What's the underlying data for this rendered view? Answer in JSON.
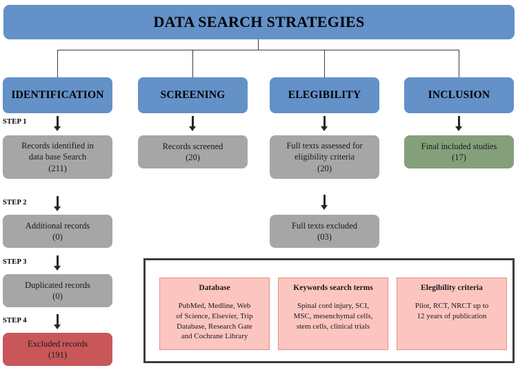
{
  "title": "DATA SEARCH STRATEGIES",
  "stages": [
    {
      "label": "IDENTIFICATION"
    },
    {
      "label": "SCREENING"
    },
    {
      "label": "ELEGIBILITY"
    },
    {
      "label": "INCLUSION"
    }
  ],
  "steps": [
    {
      "label": "STEP 1"
    },
    {
      "label": "STEP 2"
    },
    {
      "label": "STEP 3"
    },
    {
      "label": "STEP 4"
    }
  ],
  "boxes": {
    "records_identified": {
      "line1": "Records  identified  in",
      "line2": "data base Search",
      "count": "(211)",
      "color": "#a6a6a6"
    },
    "additional_records": {
      "line1": "Additional  records",
      "count": "(0)",
      "color": "#a6a6a6"
    },
    "duplicated_records": {
      "line1": "Duplicated  records",
      "count": "(0)",
      "color": "#a6a6a6"
    },
    "excluded_records": {
      "line1": "Excluded  records",
      "count": "(191)",
      "color": "#c9575a"
    },
    "records_screened": {
      "line1": "Records  screened",
      "count": "(20)",
      "color": "#a6a6a6"
    },
    "full_texts_assessed": {
      "line1": "Full texts assessed  for",
      "line2": "eligibility  criteria",
      "count": "(20)",
      "color": "#a6a6a6"
    },
    "full_texts_excluded": {
      "line1": "Full texts excluded",
      "count": "(03)",
      "color": "#a6a6a6"
    },
    "final_included": {
      "line1": "Final included  studies",
      "count": "(17)",
      "color": "#84a07b"
    }
  },
  "legend": {
    "cards": [
      {
        "title": "Database",
        "line1": "PubMed, Medline, Web",
        "line2": "of Science, Elsevier, Trip",
        "line3": "Database, Research Gate",
        "line4": "and Cochrane Library"
      },
      {
        "title": "Keywords search terms",
        "line1": "Spinal cord injury, SCI,",
        "line2": "MSC, mesenchymal cells,",
        "line3": "stem cells, clinical trials",
        "line4": ""
      },
      {
        "title": "Elegibility criteria",
        "line1": "Pilot, RCT, NRCT up to",
        "line2": "12 years of publication",
        "line3": "",
        "line4": ""
      }
    ]
  },
  "colors": {
    "header_blue": "#6391c8",
    "process_gray": "#a6a6a6",
    "excluded_red": "#c9575a",
    "included_green": "#84a07b",
    "legend_pink": "#fcc5c0",
    "connector": "#3b3b3b"
  }
}
